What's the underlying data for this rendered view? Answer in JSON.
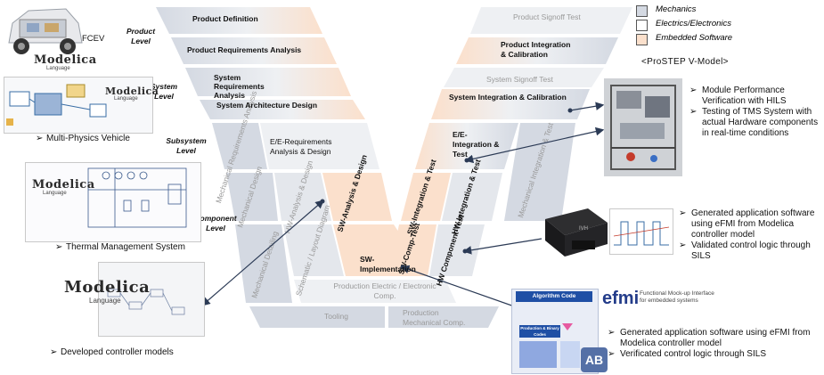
{
  "levels": {
    "product": "Product Level",
    "system": "System Level",
    "subsystem": "Subsystem Level",
    "component": "Component Level"
  },
  "left_side": {
    "product_definition": "Product Definition",
    "product_requirements": "Product Requirements Analysis",
    "system_requirements": "System Requirements Analysis",
    "system_architecture": "System Architecture Design",
    "mechanical_requirements": "Mechanical Requirements Analysis",
    "ee_requirements": "E/E-Requirements Analysis & Design",
    "mechanical_design": "Mechanical Design",
    "hw_analysis": "HW-Analysis & Design",
    "sw_analysis": "SW-Analysis & Design",
    "mechanical_detailing": "Mechanical Detailing",
    "schematic": "Schematic / Layout Diagram",
    "sw_implementation": "SW-Implementation"
  },
  "right_side": {
    "product_signoff": "Product Signoff Test",
    "product_integration": "Product Integration & Calibration",
    "system_signoff": "System Signoff Test",
    "system_integration": "System Integration & Calibration",
    "ee_integration": "E/E-Integration & Test",
    "sw_integration": "SW-Integration & Test",
    "hw_integration": "HW Integration & Test",
    "mechanical_integration": "Mechanical Integration & Test",
    "sw_comp_test": "SW-Comp-Test",
    "hw_component_test": "HW Component-Test"
  },
  "bottom": {
    "tooling": "Tooling",
    "production_ee": "Production Electric / Electronic Comp.",
    "production_mech": "Production Mechanical Comp."
  },
  "legend": {
    "items": [
      {
        "label": "Mechanics",
        "color": "#d4d9e2"
      },
      {
        "label": "Electrics/Electronics",
        "color": "#ffffff"
      },
      {
        "label": "Embedded Software",
        "color": "#fbe0cc"
      }
    ],
    "model_title": "<ProSTEP V-Model>"
  },
  "left_annotations": {
    "fcev": "FCEV",
    "multi_physics": "Multi-Physics Vehicle",
    "thermal": "Thermal Management System",
    "controller": "Developed controller models",
    "modelica": "Modelica",
    "language": "Language"
  },
  "right_annotations": {
    "hils": [
      "Module Performance Verification with HILS",
      "Testing of TMS System with actual Hardware components in real-time conditions"
    ],
    "sils": [
      "Generated application software using eFMI from Modelica controller model",
      "Validated control logic through SILS"
    ],
    "efmi": [
      "Generated application software using eFMI from Modelica controller model",
      "Verificated control logic through SILS"
    ],
    "efmi_logo": "efmi",
    "efmi_desc": "Functional Mock-up Interface for embedded systems",
    "algorithm_code": "Algorithm Code",
    "production_codes": "Production & Binary Codes",
    "ab": "AB",
    "ecu_label": "IVH"
  },
  "colors": {
    "mechanics": "#d4d9e2",
    "software": "#fbe0cc",
    "arrow": "#2b3a55"
  }
}
